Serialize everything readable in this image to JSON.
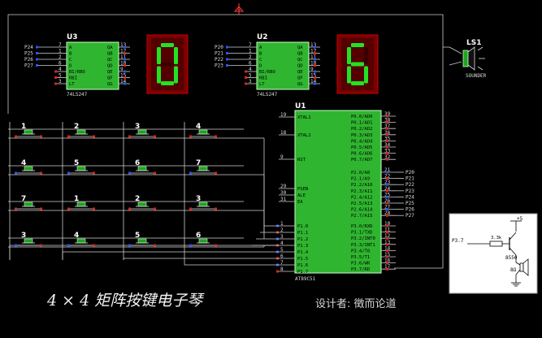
{
  "decoders": [
    {
      "ref": "U3",
      "part": "74LS247",
      "inputs": [
        "P24",
        "P25",
        "P26",
        "P27"
      ],
      "pins_left": [
        "A",
        "B",
        "C",
        "D",
        "BI/RBO",
        "RBI",
        "LT"
      ],
      "pins_right": [
        "QA",
        "QB",
        "QC",
        "QD",
        "QE",
        "QF",
        "QG"
      ],
      "pin_nums_left": [
        "7",
        "1",
        "2",
        "6",
        "4",
        "5",
        "3"
      ],
      "pin_nums_right": [
        "13",
        "12",
        "11",
        "10",
        "9",
        "15",
        "14"
      ]
    },
    {
      "ref": "U2",
      "part": "74LS247",
      "inputs": [
        "P20",
        "P21",
        "P22",
        "P23"
      ],
      "pins_left": [
        "A",
        "B",
        "C",
        "D",
        "BI/RBO",
        "RBI",
        "LT"
      ],
      "pins_right": [
        "QA",
        "QB",
        "QC",
        "QD",
        "QE",
        "QF",
        "QG"
      ],
      "pin_nums_left": [
        "7",
        "1",
        "2",
        "6",
        "4",
        "5",
        "3"
      ],
      "pin_nums_right": [
        "13",
        "12",
        "11",
        "10",
        "9",
        "15",
        "14"
      ]
    }
  ],
  "displays": [
    {
      "digit": "0"
    },
    {
      "digit": "6"
    }
  ],
  "mcu": {
    "ref": "U1",
    "part": "AT89C51",
    "left_pins": [
      {
        "num": "19",
        "name": "XTAL1"
      },
      {
        "num": "18",
        "name": "XTAL2"
      },
      {
        "num": "9",
        "name": "RST"
      },
      {
        "num": "29",
        "name": "PSEN"
      },
      {
        "num": "30",
        "name": "ALE"
      },
      {
        "num": "31",
        "name": "EA"
      },
      {
        "num": "1",
        "name": "P1.0"
      },
      {
        "num": "2",
        "name": "P1.1"
      },
      {
        "num": "3",
        "name": "P1.2"
      },
      {
        "num": "4",
        "name": "P1.3"
      },
      {
        "num": "5",
        "name": "P1.4"
      },
      {
        "num": "6",
        "name": "P1.5"
      },
      {
        "num": "7",
        "name": "P1.6"
      },
      {
        "num": "8",
        "name": "P1.7"
      }
    ],
    "right_pins": [
      {
        "num": "39",
        "name": "P0.0/AD0"
      },
      {
        "num": "38",
        "name": "P0.1/AD1"
      },
      {
        "num": "37",
        "name": "P0.2/AD2"
      },
      {
        "num": "36",
        "name": "P0.3/AD3"
      },
      {
        "num": "35",
        "name": "P0.4/AD4"
      },
      {
        "num": "34",
        "name": "P0.5/AD5"
      },
      {
        "num": "33",
        "name": "P0.6/AD6"
      },
      {
        "num": "32",
        "name": "P0.7/AD7"
      },
      {
        "num": "21",
        "name": "P2.0/A8"
      },
      {
        "num": "22",
        "name": "P2.1/A9"
      },
      {
        "num": "23",
        "name": "P2.2/A10"
      },
      {
        "num": "24",
        "name": "P2.3/A11"
      },
      {
        "num": "25",
        "name": "P2.4/A12"
      },
      {
        "num": "26",
        "name": "P2.5/A13"
      },
      {
        "num": "27",
        "name": "P2.6/A14"
      },
      {
        "num": "28",
        "name": "P2.7/A15"
      },
      {
        "num": "10",
        "name": "P3.0/RXD"
      },
      {
        "num": "11",
        "name": "P3.1/TXD"
      },
      {
        "num": "12",
        "name": "P3.2/INT0"
      },
      {
        "num": "13",
        "name": "P3.3/INT1"
      },
      {
        "num": "14",
        "name": "P3.4/T0"
      },
      {
        "num": "15",
        "name": "P3.5/T1"
      },
      {
        "num": "16",
        "name": "P3.6/WR"
      },
      {
        "num": "17",
        "name": "P3.7/RD"
      }
    ],
    "port2_net_labels": [
      "P20",
      "P21",
      "P22",
      "P23",
      "P24",
      "P25",
      "P26",
      "P27"
    ]
  },
  "keypad": {
    "labels": [
      "1",
      "2",
      "3",
      "4",
      "4",
      "5",
      "6",
      "7",
      "7",
      "1",
      "2",
      "3",
      "3",
      "4",
      "5",
      "6"
    ]
  },
  "speaker": {
    "ref": "LS1",
    "label": "SOUNDER"
  },
  "inset": {
    "net": "P3.7",
    "resistor": "3.3k",
    "transistor": "8550",
    "supply": "+5",
    "speaker_ohms": "8Ω"
  },
  "title": "4 × 4 矩阵按键电子琴",
  "credit": "设计者: 徵而论道"
}
